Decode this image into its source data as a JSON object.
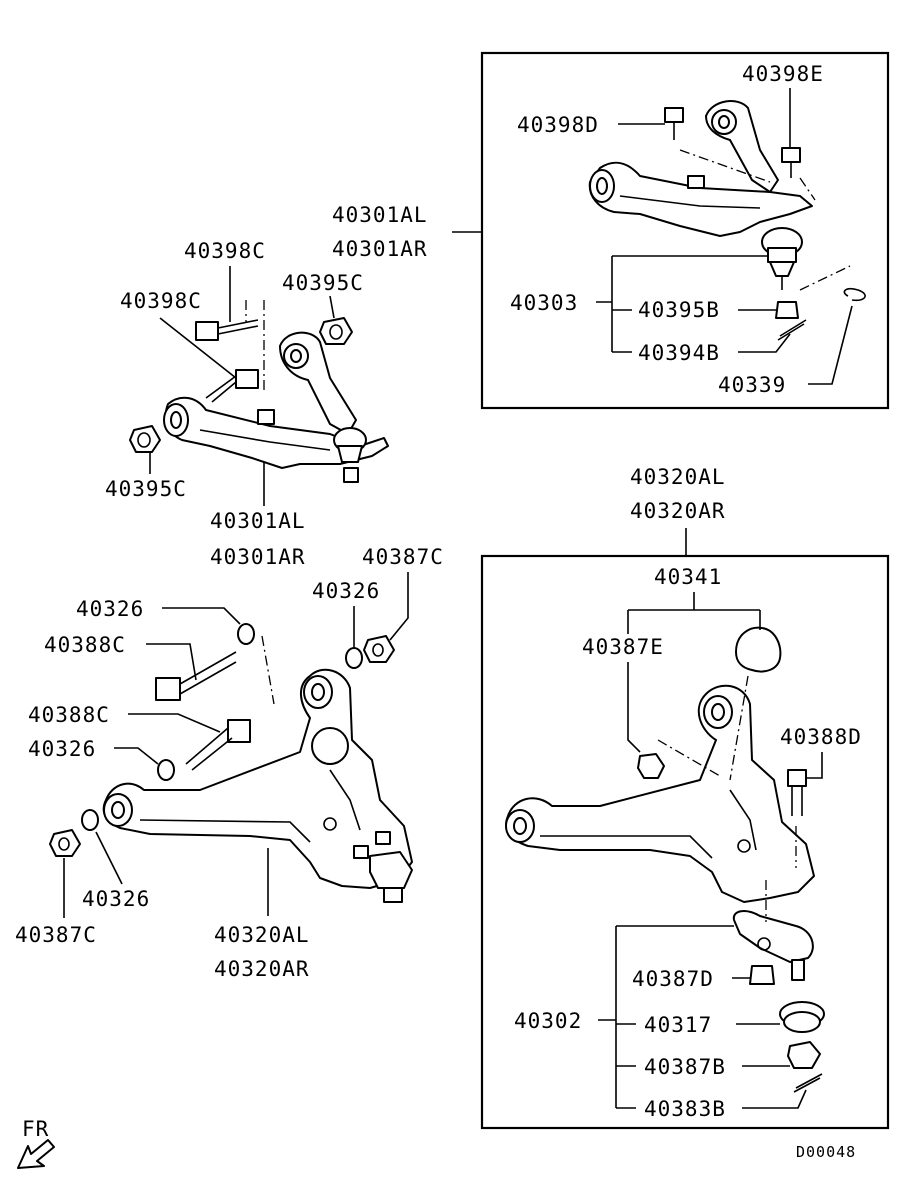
{
  "diagram_id": "D00048",
  "orientation": {
    "label": "FR"
  },
  "upper_arm_detail": {
    "assembly_labels": [
      "40301AL",
      "40301AR"
    ],
    "ball_joint_group": "40303",
    "parts": {
      "bolt_front": "40398D",
      "bolt_rear": "40398E",
      "nut": "40395B",
      "cotter_pin": "40394B",
      "clip": "40339"
    }
  },
  "upper_arm_exploded": {
    "labels_above": [
      "40398C",
      "40398C"
    ],
    "nut_top": "40395C",
    "nut_left": "40395C",
    "assembly_labels": [
      "40301AL",
      "40301AR"
    ]
  },
  "lower_arm_exploded": {
    "assembly_labels": [
      "40320AL",
      "40320AR"
    ],
    "parts": {
      "washer_top_left": "40326",
      "bolt_top": "40388C",
      "bolt_mid": "40388C",
      "washer_mid": "40326",
      "washer_top_right": "40326",
      "nut_top_right": "40387C",
      "washer_bottom": "40326",
      "nut_bottom": "40387C"
    }
  },
  "lower_arm_detail": {
    "assembly_labels": [
      "40320AL",
      "40320AR"
    ],
    "bushing_group": "40341",
    "ball_joint_group": "40302",
    "parts": {
      "bushing_nut": "40387E",
      "bolt": "40388D",
      "nut_d": "40387D",
      "boot": "40317",
      "nut_b": "40387B",
      "cotter_pin": "40383B"
    }
  }
}
